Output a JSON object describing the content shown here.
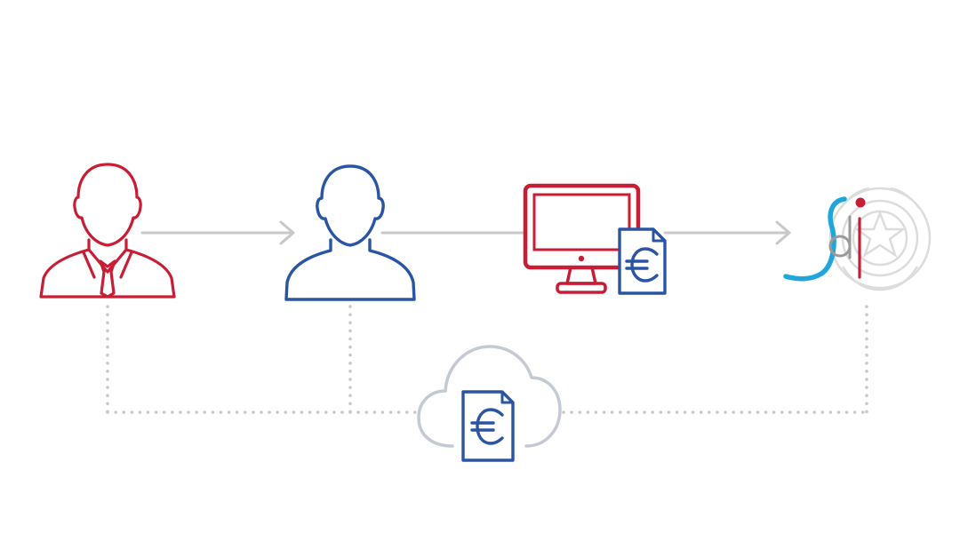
{
  "diagram": {
    "nodes": [
      {
        "id": "supplier",
        "icon": "businessman-icon",
        "color": "#c81e35"
      },
      {
        "id": "intermediary",
        "icon": "person-icon",
        "color": "#2a55a4"
      },
      {
        "id": "computer",
        "icon": "computer-monitor-icon",
        "color": "#c81e35"
      },
      {
        "id": "sdi",
        "icon": "sdi-logo",
        "color": "#1fa6dc"
      }
    ],
    "documents": [
      {
        "id": "invoice-on-screen",
        "symbol": "€",
        "color": "#2a55a4"
      },
      {
        "id": "invoice-in-cloud",
        "symbol": "€",
        "color": "#2a55a4"
      }
    ],
    "cloud": {
      "icon": "cloud-icon",
      "color": "#c4cad3"
    },
    "logo": {
      "letters_s_color": "#1fa6dc",
      "letters_d_color": "#9a9a9a",
      "letters_i_color": "#c81e35",
      "emblem_color": "#d9d9d9"
    },
    "connectors": {
      "solid_color": "#c8c8c8",
      "dotted_color": "#c8c8c8"
    }
  }
}
